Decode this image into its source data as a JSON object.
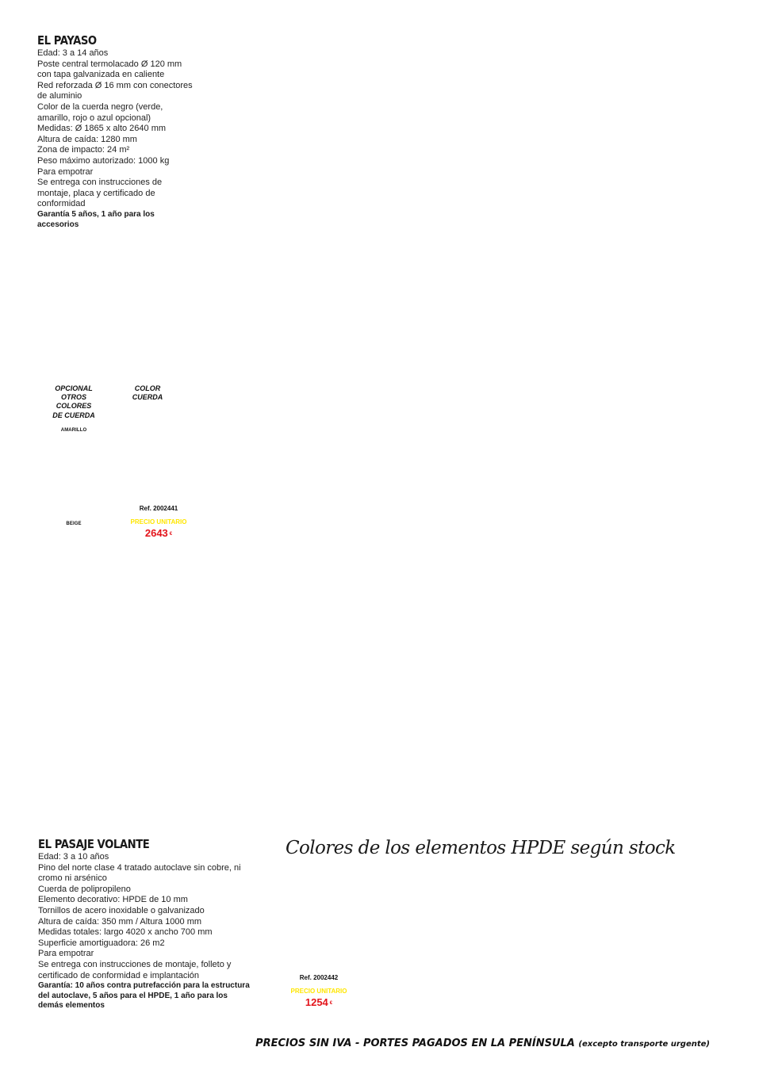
{
  "product1": {
    "title": "EL PAYASO",
    "specs": [
      "Edad: 3 a 14 años",
      "Poste central termolacado Ø 120 mm",
      "con tapa galvanizada en caliente",
      "Red reforzada Ø 16 mm con conectores",
      "de aluminio",
      "Color de la cuerda negro (verde,",
      "amarillo, rojo o azul opcional)",
      "Medidas: Ø 1865 x alto 2640 mm",
      "Altura de caída: 1280 mm",
      "Zona de impacto: 24 m²",
      "Peso máximo autorizado: 1000 kg",
      "Para empotrar",
      "Se entrega con instrucciones de",
      "montaje, placa y certificado de",
      "conformidad"
    ],
    "warranty": [
      "Garantía 5 años, 1 año para los",
      "accesorios"
    ],
    "optional_label": [
      "OPCIONAL",
      "OTROS",
      "COLORES",
      "DE CUERDA"
    ],
    "color_label": [
      "COLOR",
      "CUERDA"
    ],
    "colors": [
      "AMARILLO",
      "BEIGE"
    ],
    "ref": "Ref. 2002441",
    "price_label": "PRECIO UNITARIO",
    "price": "2643",
    "currency": "€"
  },
  "product2": {
    "title": "EL PASAJE VOLANTE",
    "specs": [
      "Edad: 3 a 10 años",
      "Pino del norte clase 4 tratado autoclave sin cobre, ni",
      "cromo ni arsénico",
      "Cuerda de polipropileno",
      "Elemento decorativo: HPDE de 10 mm",
      "Tornillos de acero inoxidable o galvanizado",
      "Altura de caída: 350 mm / Altura 1000 mm",
      "Medidas totales: largo 4020 x ancho 700 mm",
      "Superficie amortiguadora: 26 m2",
      "Para empotrar",
      "Se entrega con instrucciones de montaje, folleto y",
      "certificado de conformidad e implantación"
    ],
    "warranty": [
      "Garantía: 10 años contra putrefacción para la estructura",
      "del autoclave, 5 años para el HPDE, 1 año para los",
      "demás elementos"
    ],
    "script_note": "Colores de los elementos HPDE según stock",
    "ref": "Ref. 2002442",
    "price_label": "PRECIO UNITARIO",
    "price": "1254",
    "currency": "€"
  },
  "footer": {
    "main": "PRECIOS SIN IVA - PORTES PAGADOS EN LA PENÍNSULA",
    "note": "(excepto transporte urgente)"
  },
  "colors": {
    "price_red": "#e3141b",
    "price_label_yellow": "#ffe600",
    "text": "#1a1a1a"
  }
}
